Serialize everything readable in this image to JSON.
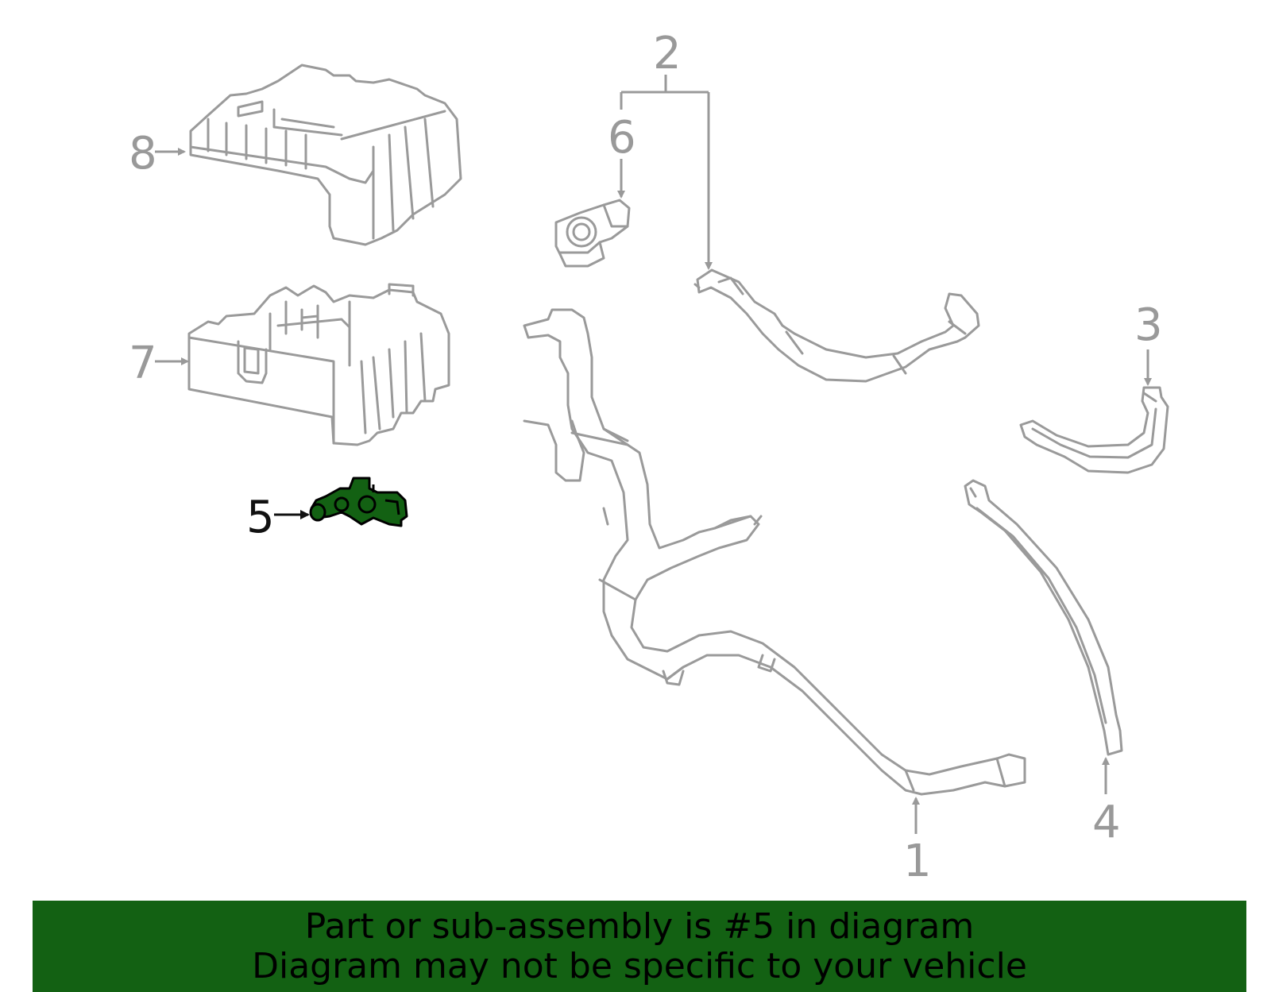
{
  "callouts": {
    "c1": "1",
    "c2": "2",
    "c3": "3",
    "c4": "4",
    "c5": "5",
    "c6": "6",
    "c7": "7",
    "c8": "8"
  },
  "highlight_color": "#136113",
  "banner": {
    "line1": "Part or sub-assembly is #5 in diagram",
    "line2": "Diagram may not be specific to your vehicle"
  }
}
